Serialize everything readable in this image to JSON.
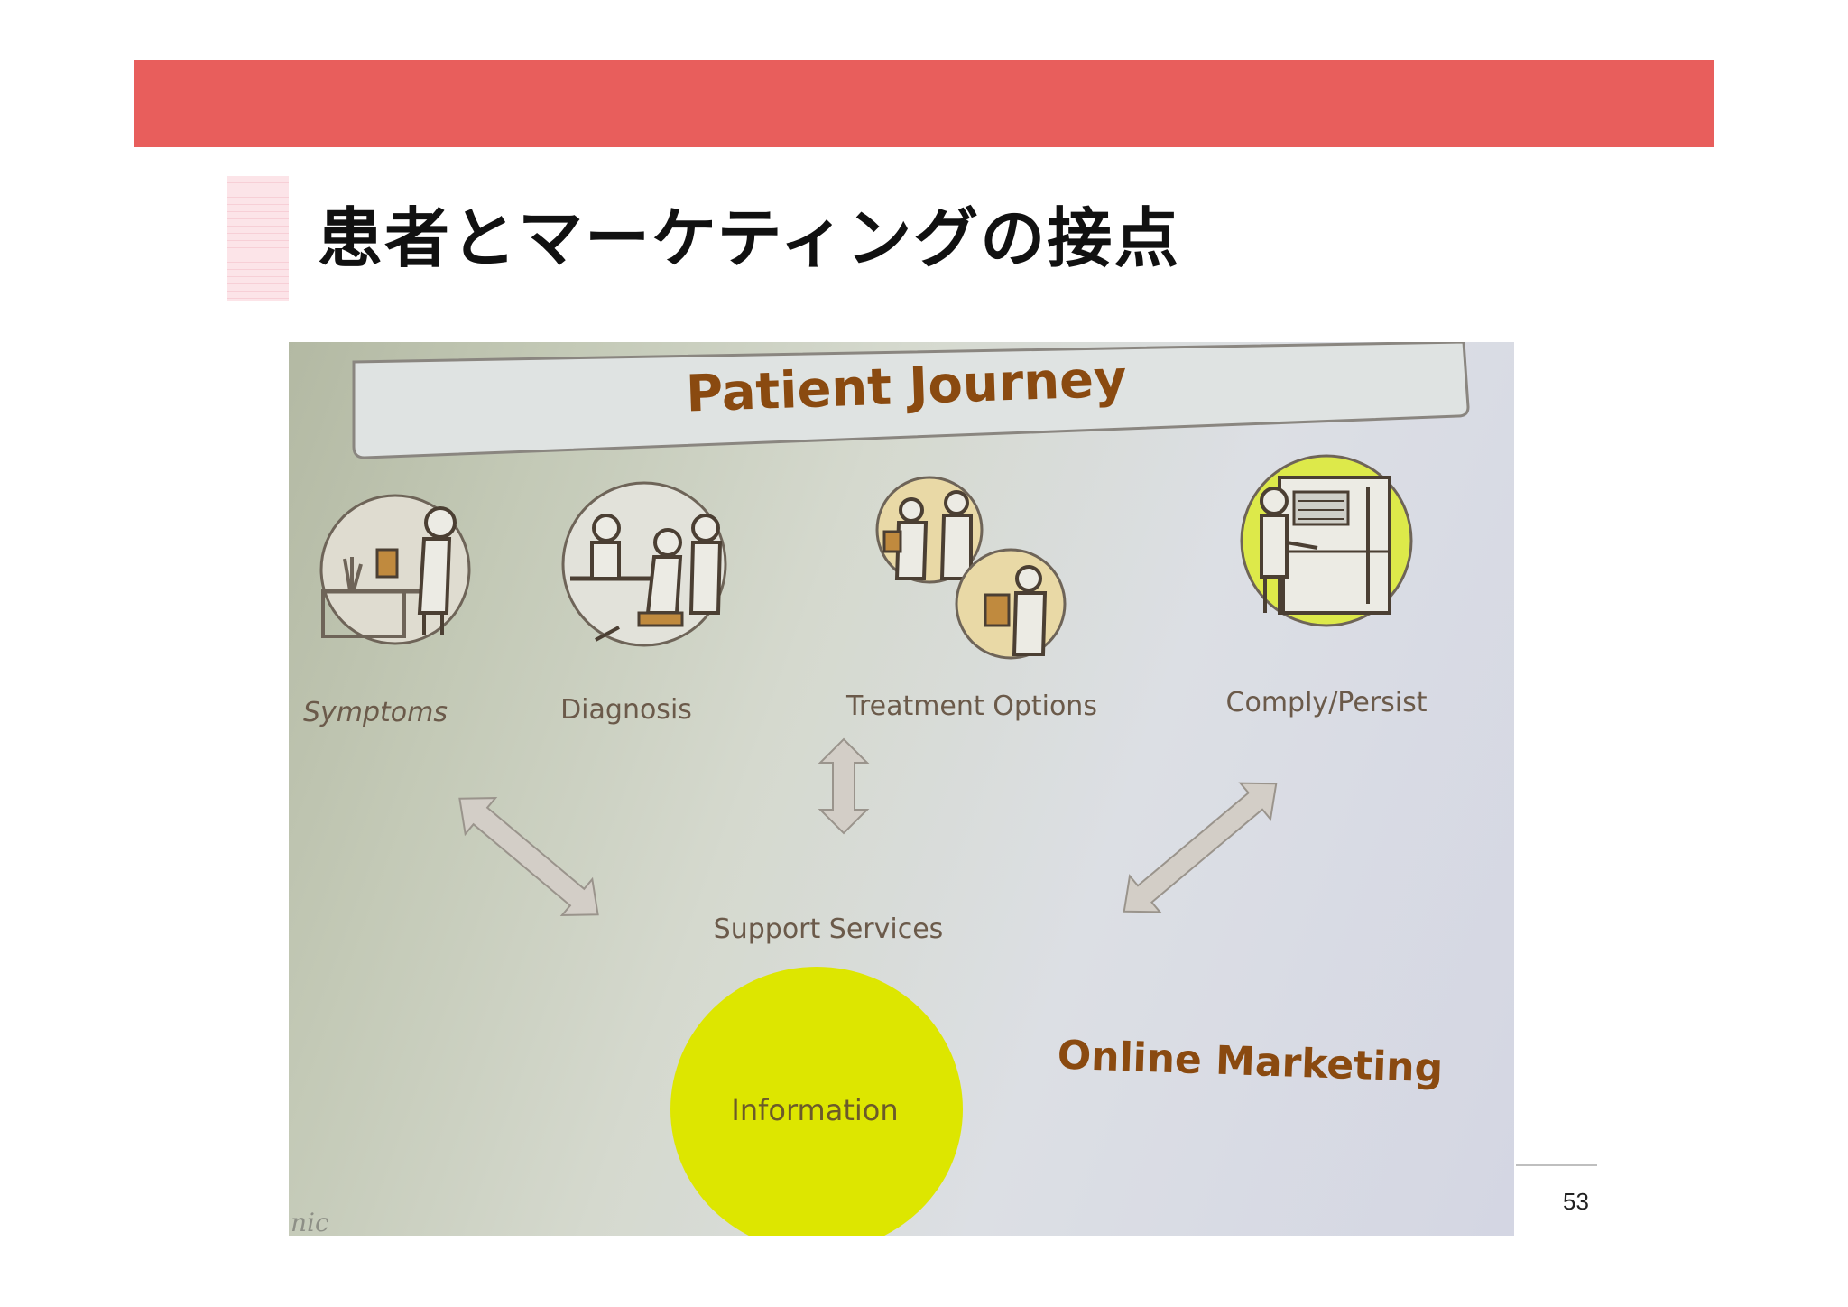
{
  "slide": {
    "title": "患者とマーケティングの接点",
    "page_number": "53"
  },
  "photo": {
    "heading": "Patient Journey",
    "stages": [
      {
        "label": "Symptoms",
        "icon": "symptoms-illustration-icon"
      },
      {
        "label": "Diagnosis",
        "icon": "diagnosis-illustration-icon"
      },
      {
        "label": "Treatment Options",
        "icon": "treatment-illustration-icon"
      },
      {
        "label": "Comply/Persist",
        "icon": "pharmacy-illustration-icon"
      }
    ],
    "hub_label": "Support Services",
    "info_label": "Information",
    "tagline": "Online Marketing",
    "corner_fragment": "nic"
  },
  "colors": {
    "band": "#e85e5c",
    "heading_brown": "#8a4a10",
    "info_yellow": "#dde600",
    "stage_text": "#6b5a4a"
  }
}
